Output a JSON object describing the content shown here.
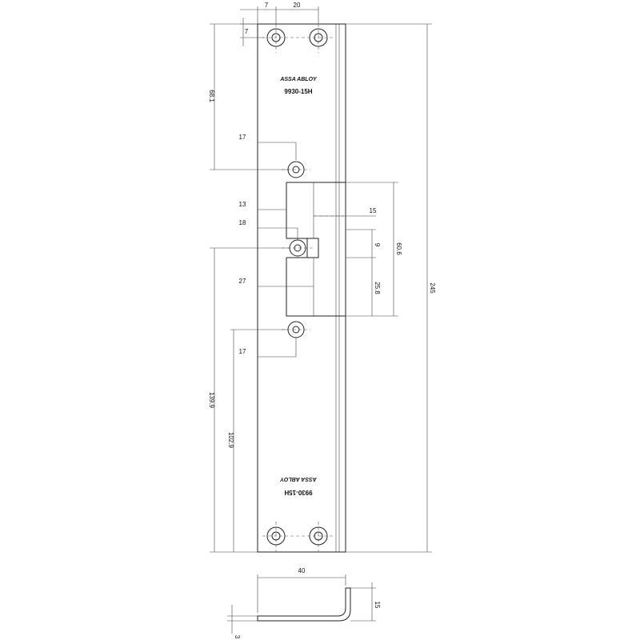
{
  "drawing": {
    "plate": {
      "top_label": {
        "brand": "ASSA ABLOY",
        "model": "9930-15H"
      },
      "bottom_label": {
        "brand": "ASSA ABLOY",
        "model": "9930-15H"
      }
    },
    "dimensions": {
      "top_hole_x": "7",
      "hole_spacing": "20",
      "top_hole_y": "7",
      "mounting_hole_offset_top": "68.1",
      "mounting_hole_x_upper": "17",
      "strike_x_13": "13",
      "strike_x_18": "18",
      "strike_x_27": "27",
      "strike_width_15": "15",
      "strike_height": "60.6",
      "strike_center_9": "9",
      "strike_lower": "25.8",
      "mounting_hole_x_lower": "17",
      "lower_139": "139.9",
      "lower_102": "102.9",
      "total_length": "245",
      "profile_width": "40",
      "profile_flange": "15",
      "profile_thickness": "3"
    }
  }
}
